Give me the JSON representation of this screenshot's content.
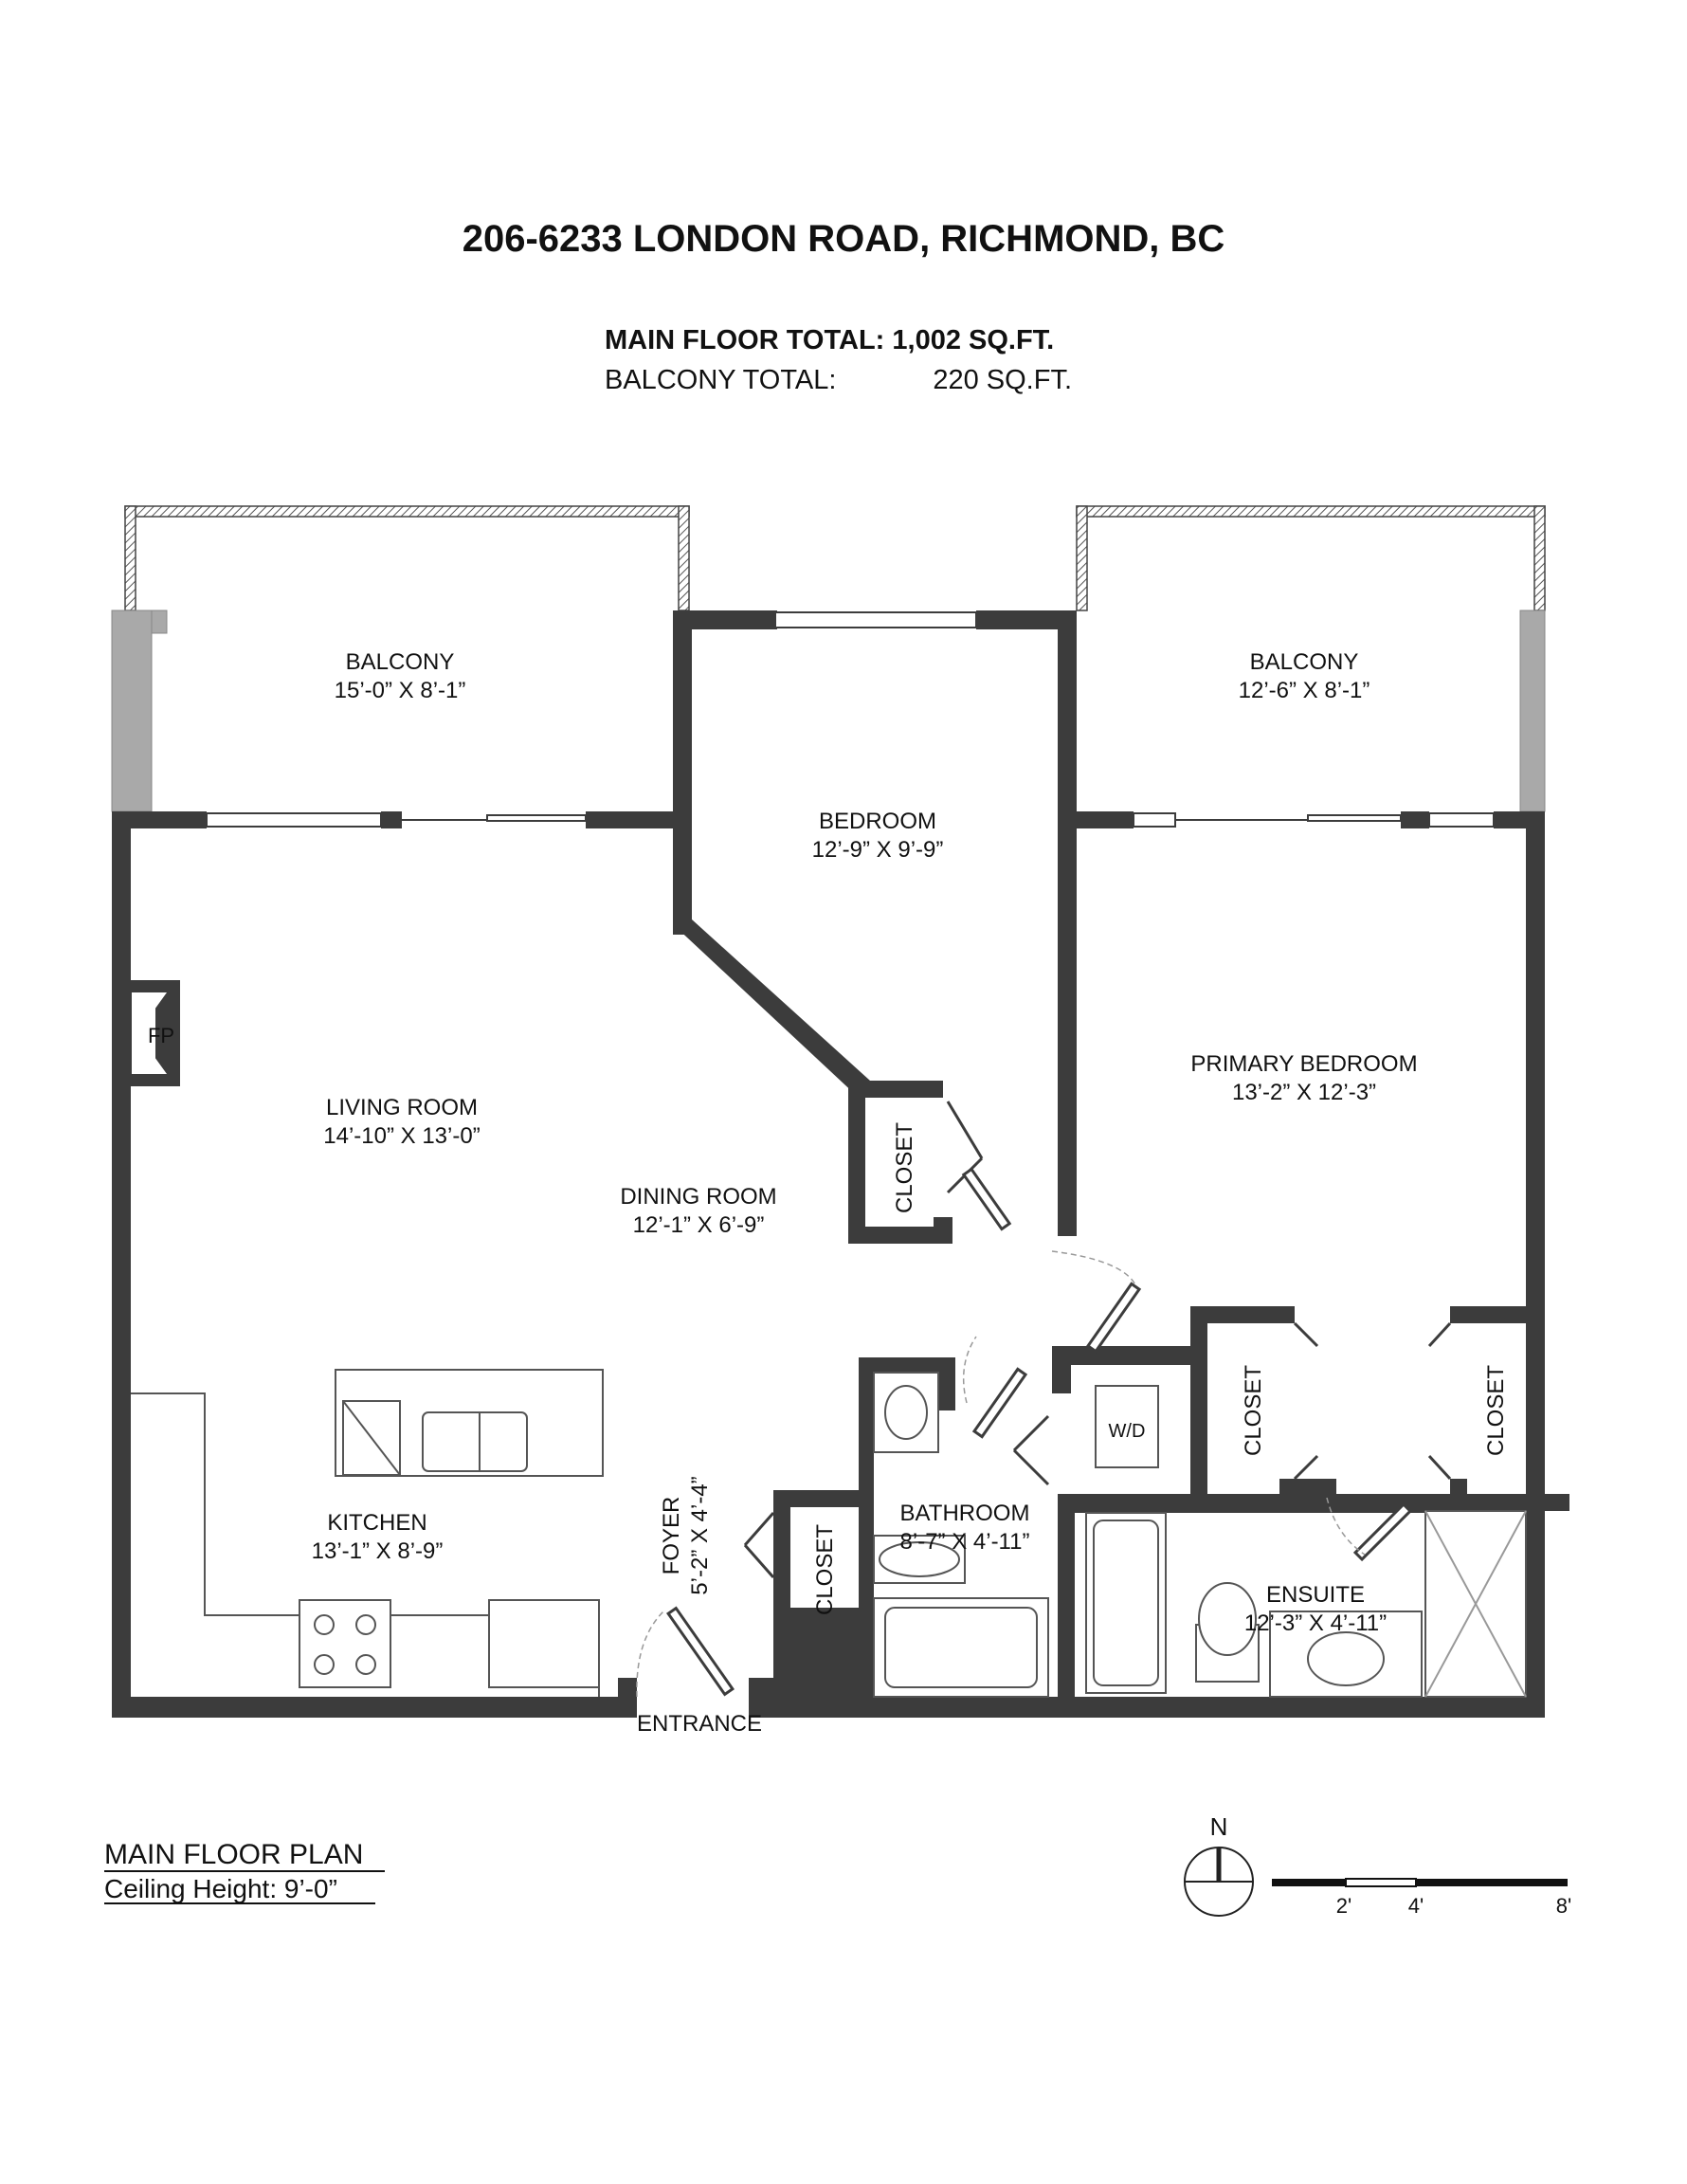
{
  "header": {
    "address": "206-6233 LONDON ROAD, RICHMOND, BC",
    "main_floor_total": "MAIN FLOOR TOTAL: 1,002 SQ.FT.",
    "balcony_total_label": "BALCONY TOTAL:",
    "balcony_total_value": "220 SQ.FT."
  },
  "rooms": {
    "balcony_left": {
      "name": "BALCONY",
      "dims": "15’-0” X 8’-1”"
    },
    "balcony_right": {
      "name": "BALCONY",
      "dims": "12’-6” X 8’-1”"
    },
    "bedroom": {
      "name": "BEDROOM",
      "dims": "12’-9” X 9’-9”"
    },
    "primary_bedroom": {
      "name": "PRIMARY BEDROOM",
      "dims": "13’-2” X 12’-3”"
    },
    "living_room": {
      "name": "LIVING ROOM",
      "dims": "14’-10” X 13’-0”"
    },
    "dining_room": {
      "name": "DINING ROOM",
      "dims": "12’-1” X 6’-9”"
    },
    "kitchen": {
      "name": "KITCHEN",
      "dims": "13’-1” X 8’-9”"
    },
    "foyer": {
      "name": "FOYER",
      "dims": "5’-2” X 4’-4”"
    },
    "bathroom": {
      "name": "BATHROOM",
      "dims": "8’-7” X 4’-11”"
    },
    "ensuite": {
      "name": "ENSUITE",
      "dims": "12’-3” X 4’-11”"
    },
    "closet_label": "CLOSET",
    "fireplace": "FP",
    "washer_dryer": "W/D",
    "entrance": "ENTRANCE"
  },
  "footer": {
    "plan_title": "MAIN FLOOR PLAN",
    "ceiling": "Ceiling Height: 9’-0”",
    "north": "N",
    "scale_labels": [
      "2'",
      "4'",
      "8'"
    ]
  }
}
